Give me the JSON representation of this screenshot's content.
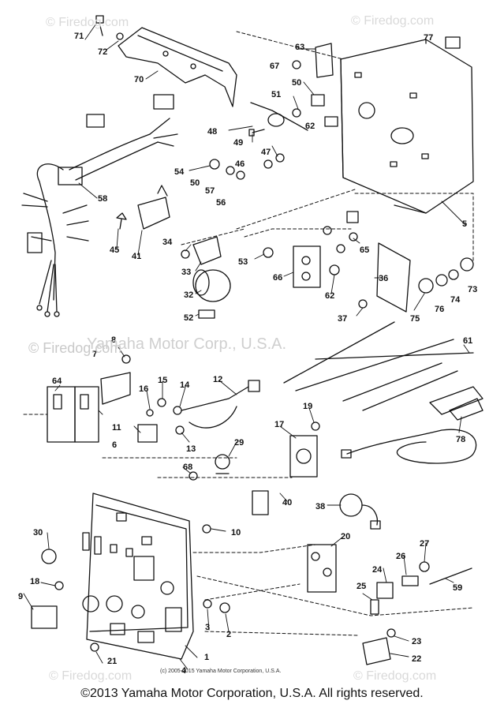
{
  "watermarks": {
    "center": "Yamaha Motor Corp., U.S.A.",
    "firedog": "© Firedog.com",
    "corner": "© Firedog.com"
  },
  "small_copyright": "(c) 2005-2015 Yamaha Motor Corporation, U.S.A.",
  "footer": "©2013 Yamaha Motor Corporation, U.S.A. All rights reserved.",
  "part_numbers": [
    "1",
    "2",
    "3",
    "4",
    "5",
    "6",
    "7",
    "8",
    "9",
    "10",
    "11",
    "12",
    "13",
    "14",
    "15",
    "16",
    "17",
    "18",
    "19",
    "20",
    "21",
    "22",
    "23",
    "24",
    "25",
    "26",
    "27",
    "29",
    "30",
    "32",
    "33",
    "34",
    "36",
    "37",
    "38",
    "40",
    "41",
    "45",
    "46",
    "47",
    "48",
    "49",
    "50",
    "50",
    "51",
    "52",
    "53",
    "54",
    "56",
    "57",
    "58",
    "59",
    "61",
    "62",
    "62",
    "63",
    "64",
    "65",
    "66",
    "67",
    "68",
    "70",
    "71",
    "72",
    "73",
    "74",
    "75",
    "76",
    "77",
    "78"
  ]
}
